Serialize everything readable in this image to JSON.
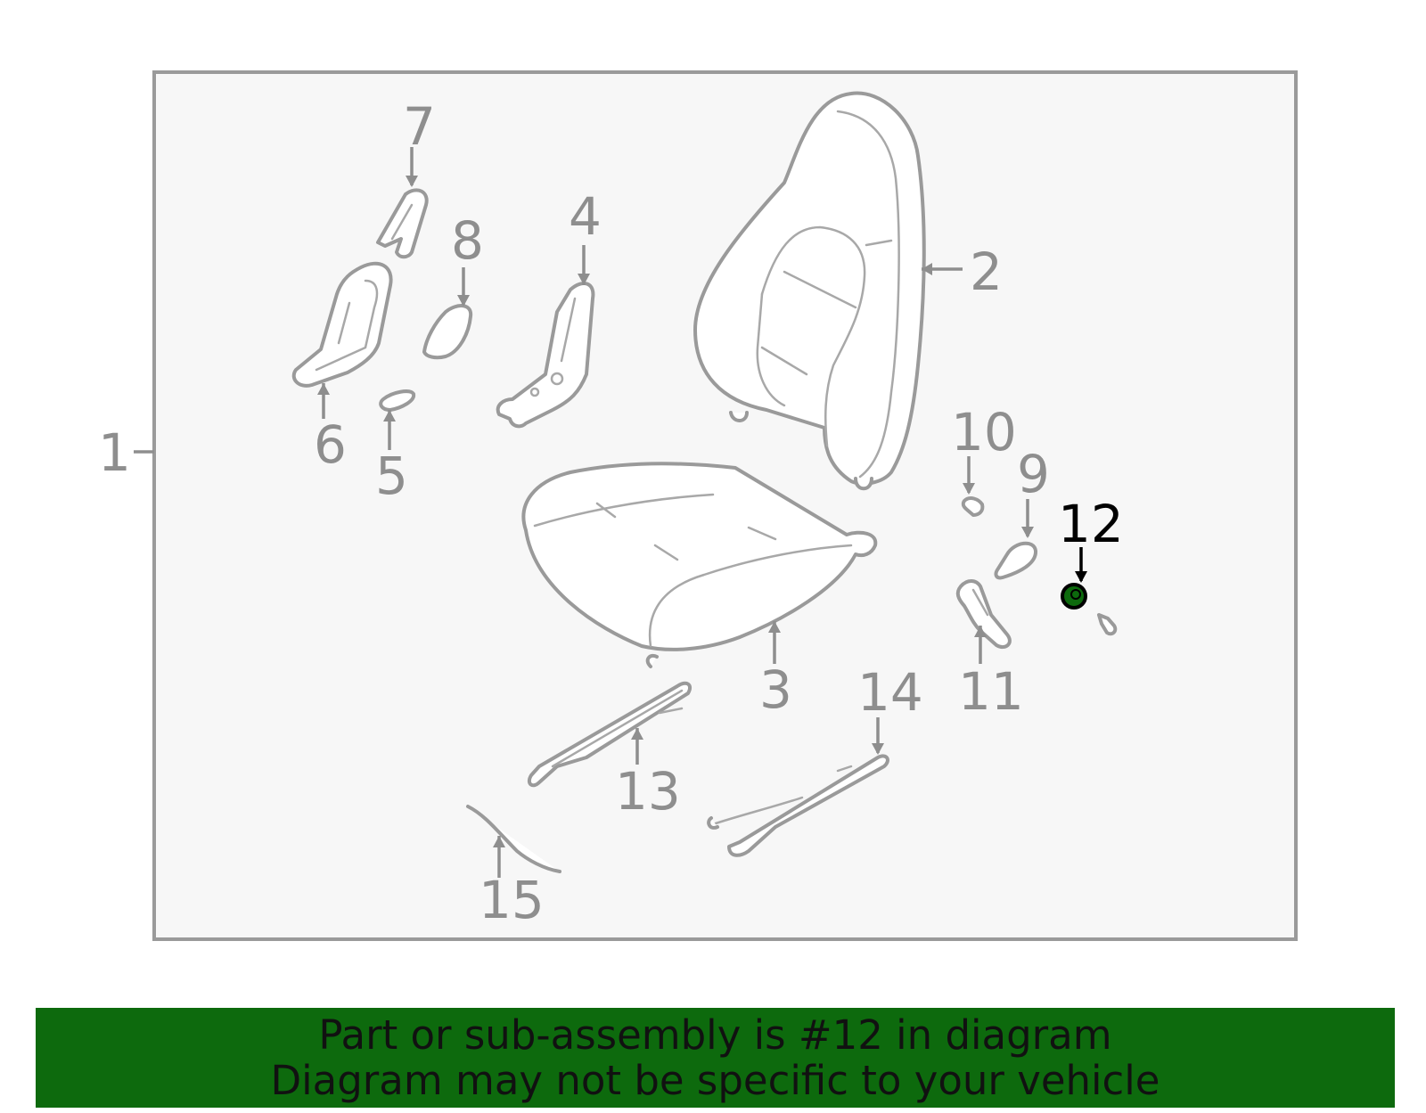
{
  "callouts": {
    "c1": "1",
    "c2": "2",
    "c3": "3",
    "c4": "4",
    "c5": "5",
    "c6": "6",
    "c7": "7",
    "c8": "8",
    "c9": "9",
    "c10": "10",
    "c11": "11",
    "c12": "12",
    "c13": "13",
    "c14": "14",
    "c15": "15"
  },
  "highlight_part": "12",
  "colors": {
    "frame": "#9a9a9a",
    "panel": "#f7f7f7",
    "highlight_fill": "#0d6a0d",
    "banner": "#0d6a0d"
  },
  "banner": {
    "line1": "Part or sub-assembly is #12 in diagram",
    "line2": "Diagram may not be specific to your vehicle"
  }
}
